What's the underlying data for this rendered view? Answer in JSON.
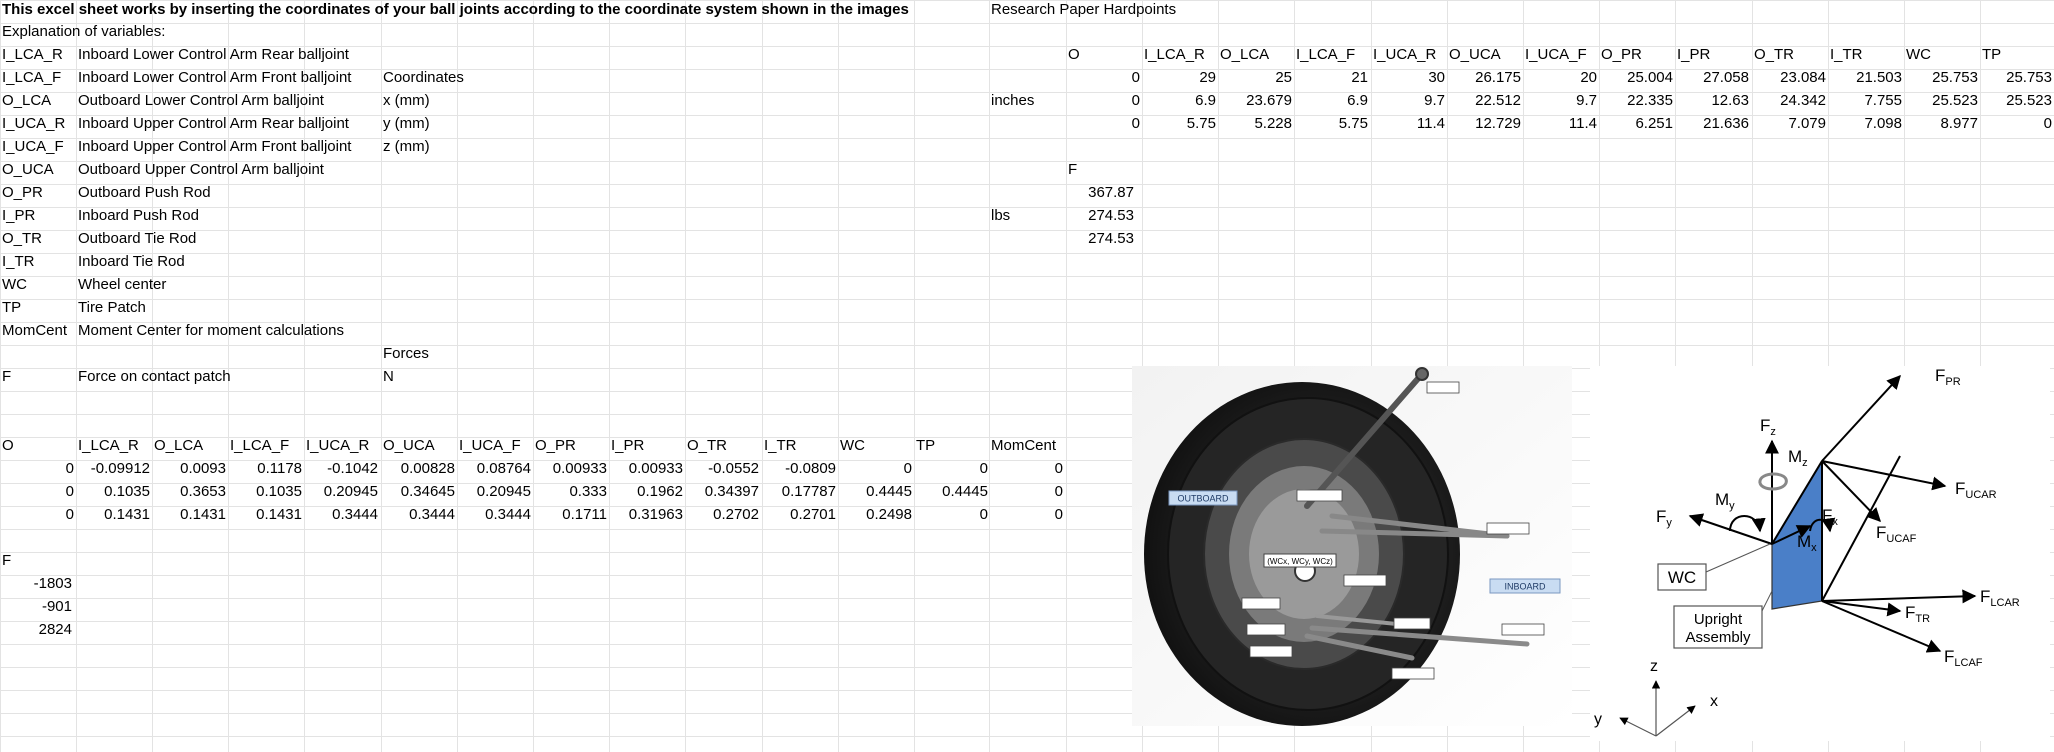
{
  "sheet": {
    "header_note": "This excel sheet works by inserting the coordinates of your ball joints according to the coordinate system shown in the images",
    "explanation_title": "Explanation of variables:",
    "variables": [
      {
        "code": "I_LCA_R",
        "desc": "Inboard Lower Control Arm Rear balljoint"
      },
      {
        "code": "I_LCA_F",
        "desc": "Inboard Lower Control Arm Front balljoint"
      },
      {
        "code": "O_LCA",
        "desc": "Outboard Lower Control Arm balljoint"
      },
      {
        "code": "I_UCA_R",
        "desc": "Inboard Upper Control Arm Rear balljoint"
      },
      {
        "code": "I_UCA_F",
        "desc": "Inboard Upper Control Arm Front balljoint"
      },
      {
        "code": "O_UCA",
        "desc": "Outboard Upper Control Arm balljoint"
      },
      {
        "code": "O_PR",
        "desc": "Outboard Push Rod"
      },
      {
        "code": "I_PR",
        "desc": "Inboard Push Rod"
      },
      {
        "code": "O_TR",
        "desc": "Outboard Tie Rod"
      },
      {
        "code": "I_TR",
        "desc": "Inboard Tie Rod"
      },
      {
        "code": "WC",
        "desc": "Wheel center"
      },
      {
        "code": "TP",
        "desc": "Tire Patch"
      },
      {
        "code": "MomCent",
        "desc": "Moment Center for moment calculations"
      }
    ],
    "coordinates_title": "Coordinates",
    "coord_units": [
      "x (mm)",
      "y (mm)",
      "z (mm)"
    ],
    "forces_title": "Forces",
    "force_row": {
      "code": "F",
      "desc": "Force on contact patch",
      "unit": "N"
    },
    "main_table": {
      "headers": [
        "O",
        "I_LCA_R",
        "O_LCA",
        "I_LCA_F",
        "I_UCA_R",
        "O_UCA",
        "I_UCA_F",
        "O_PR",
        "I_PR",
        "O_TR",
        "I_TR",
        "WC",
        "TP",
        "MomCent"
      ],
      "rows": [
        [
          "0",
          "-0.09912",
          "0.0093",
          "0.1178",
          "-0.1042",
          "0.00828",
          "0.08764",
          "0.00933",
          "0.00933",
          "-0.0552",
          "-0.0809",
          "0",
          "0",
          "0"
        ],
        [
          "0",
          "0.1035",
          "0.3653",
          "0.1035",
          "0.20945",
          "0.34645",
          "0.20945",
          "0.333",
          "0.1962",
          "0.34397",
          "0.17787",
          "0.4445",
          "0.4445",
          "0"
        ],
        [
          "0",
          "0.1431",
          "0.1431",
          "0.1431",
          "0.3444",
          "0.3444",
          "0.3444",
          "0.1711",
          "0.31963",
          "0.2702",
          "0.2701",
          "0.2498",
          "0",
          "0"
        ]
      ]
    },
    "force_label": "F",
    "force_values": [
      "-1803",
      "-901",
      "2824"
    ],
    "research": {
      "title": "Research Paper Hardpoints",
      "units": "inches",
      "headers": [
        "O",
        "I_LCA_R",
        "O_LCA",
        "I_LCA_F",
        "I_UCA_R",
        "O_UCA",
        "I_UCA_F",
        "O_PR",
        "I_PR",
        "O_TR",
        "I_TR",
        "WC",
        "TP"
      ],
      "rows": [
        [
          "0",
          "29",
          "25",
          "21",
          "30",
          "26.175",
          "20",
          "25.004",
          "27.058",
          "23.084",
          "21.503",
          "25.753",
          "25.753"
        ],
        [
          "0",
          "6.9",
          "23.679",
          "6.9",
          "9.7",
          "22.512",
          "9.7",
          "22.335",
          "12.63",
          "24.342",
          "7.755",
          "25.523",
          "25.523"
        ],
        [
          "0",
          "5.75",
          "5.228",
          "5.75",
          "11.4",
          "12.729",
          "11.4",
          "6.251",
          "21.636",
          "7.079",
          "7.098",
          "8.977",
          "0"
        ]
      ],
      "force_label": "F",
      "force_units": "lbs",
      "force_values": [
        "367.87",
        "274.53",
        "274.53"
      ]
    }
  },
  "image1": {
    "outboard": "OUTBOARD",
    "inboard": "INBOARD",
    "wc_label": "(WCx, WCy, WCz)"
  },
  "image2": {
    "labels": {
      "fpr": "F",
      "fpr_sub": "PR",
      "fz": "F",
      "fz_sub": "z",
      "mz": "M",
      "mz_sub": "z",
      "my": "M",
      "my_sub": "y",
      "mx": "M",
      "mx_sub": "x",
      "fx": "F",
      "fx_sub": "x",
      "fy": "F",
      "fy_sub": "y",
      "fucar": "F",
      "fucar_sub": "UCAR",
      "fucaf": "F",
      "fucaf_sub": "UCAF",
      "flcar": "F",
      "flcar_sub": "LCAR",
      "ftr": "F",
      "ftr_sub": "TR",
      "flcaf": "F",
      "flcaf_sub": "LCAF",
      "wc": "WC",
      "upright_1": "Upright",
      "upright_2": "Assembly",
      "axis_z": "z",
      "axis_x": "x",
      "axis_y": "y"
    }
  },
  "colors": {
    "upright_fill": "#4a7fc8",
    "grid": "#e3e3e3",
    "tire": "#1f1f1f",
    "label_box": "#c9dcf2"
  }
}
